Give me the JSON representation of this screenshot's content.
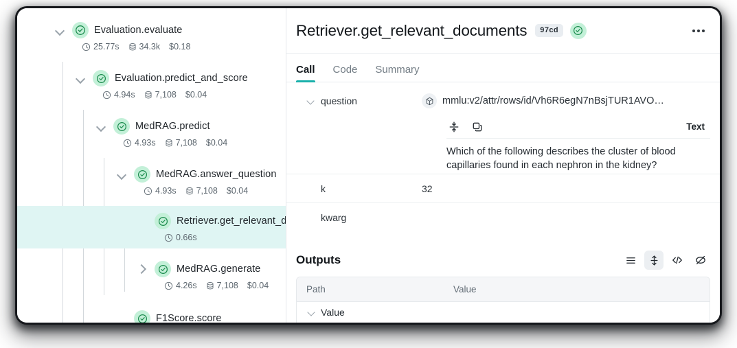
{
  "tree": {
    "nodes": [
      {
        "label": "Evaluation.evaluate",
        "duration": "25.77s",
        "tokens": "34.3k",
        "cost": "$0.18",
        "status": "success",
        "expanded": true
      },
      {
        "label": "Evaluation.predict_and_score",
        "duration": "4.94s",
        "tokens": "7,108",
        "cost": "$0.04",
        "status": "success",
        "expanded": true
      },
      {
        "label": "MedRAG.predict",
        "duration": "4.93s",
        "tokens": "7,108",
        "cost": "$0.04",
        "status": "success",
        "expanded": true
      },
      {
        "label": "MedRAG.answer_question",
        "duration": "4.93s",
        "tokens": "7,108",
        "cost": "$0.04",
        "status": "success",
        "expanded": true
      },
      {
        "label": "Retriever.get_relevant_d",
        "duration": "0.66s",
        "tokens": "",
        "cost": "",
        "status": "success",
        "selected": true
      },
      {
        "label": "MedRAG.generate",
        "duration": "4.26s",
        "tokens": "7,108",
        "cost": "$0.04",
        "status": "success",
        "expanded": false
      },
      {
        "label": "F1Score.score",
        "duration": "",
        "tokens": "",
        "cost": "",
        "status": "success"
      }
    ]
  },
  "detail": {
    "title": "Retriever.get_relevant_documents",
    "badge": "97cd",
    "status_icon": "check-circle-icon",
    "overflow_icon": "ellipsis-icon",
    "tabs": [
      {
        "label": "Call",
        "active": true
      },
      {
        "label": "Code",
        "active": false
      },
      {
        "label": "Summary",
        "active": false
      }
    ],
    "inputs": [
      {
        "key": "question",
        "expanded": true,
        "ref_icon": "cube-icon",
        "ref_value": "mmlu:v2/attr/rows/id/Vh6R6egN7nBsjTUR1AVO…",
        "text_format": "Text",
        "collapse_icon": "collapse-vertical-icon",
        "copy_icon": "copy-icon",
        "text_body": "Which of the following describes the cluster of blood capillaries found in each nephron in the kidney?"
      },
      {
        "key": "k",
        "value": "32"
      },
      {
        "key": "kwarg",
        "value": ""
      }
    ],
    "outputs": {
      "title": "Outputs",
      "tools": [
        {
          "icon": "list-view-icon",
          "active": false
        },
        {
          "icon": "expand-vertical-icon",
          "active": true
        },
        {
          "icon": "code-view-icon",
          "active": false
        },
        {
          "icon": "hide-eye-icon",
          "active": false
        }
      ],
      "columns": [
        "Path",
        "Value"
      ],
      "rows": [
        {
          "path": "Value",
          "value": ""
        }
      ]
    }
  },
  "colors": {
    "accent": "#19b0ab",
    "success": "#1f9d55",
    "success_bg": "#c3f0d8",
    "selected_row": "#dff5f3"
  }
}
